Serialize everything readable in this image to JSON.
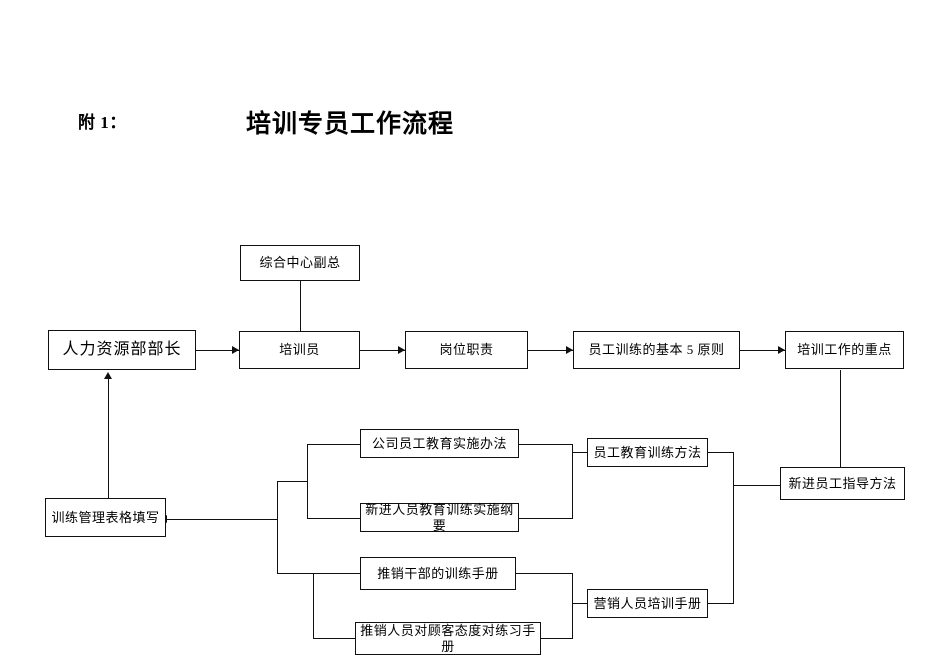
{
  "document": {
    "attachment_label": "附 1：",
    "title": "培训专员工作流程"
  },
  "nodes": {
    "center_vp": "综合中心副总",
    "hr_director": "人力资源部部长",
    "trainer": "培训员",
    "job_duties": "岗位职责",
    "five_principles": "员工训练的基本 5 原则",
    "training_focus": "培训工作的重点",
    "company_edu_method": "公司员工教育实施办法",
    "newcomer_outline": "新进人员教育训练实施纲要",
    "staff_training_method": "员工教育训练方法",
    "newcomer_guide_method": "新进员工指导方法",
    "form_filling": "训练管理表格填写",
    "sales_cadre_manual": "推销干部的训练手册",
    "sales_attitude_manual": "推销人员对顾客态度对练习手册",
    "marketing_training_manual": "营销人员培训手册"
  },
  "style": {
    "line_color": "#101010",
    "background": "#ffffff",
    "text_color": "#000000"
  }
}
